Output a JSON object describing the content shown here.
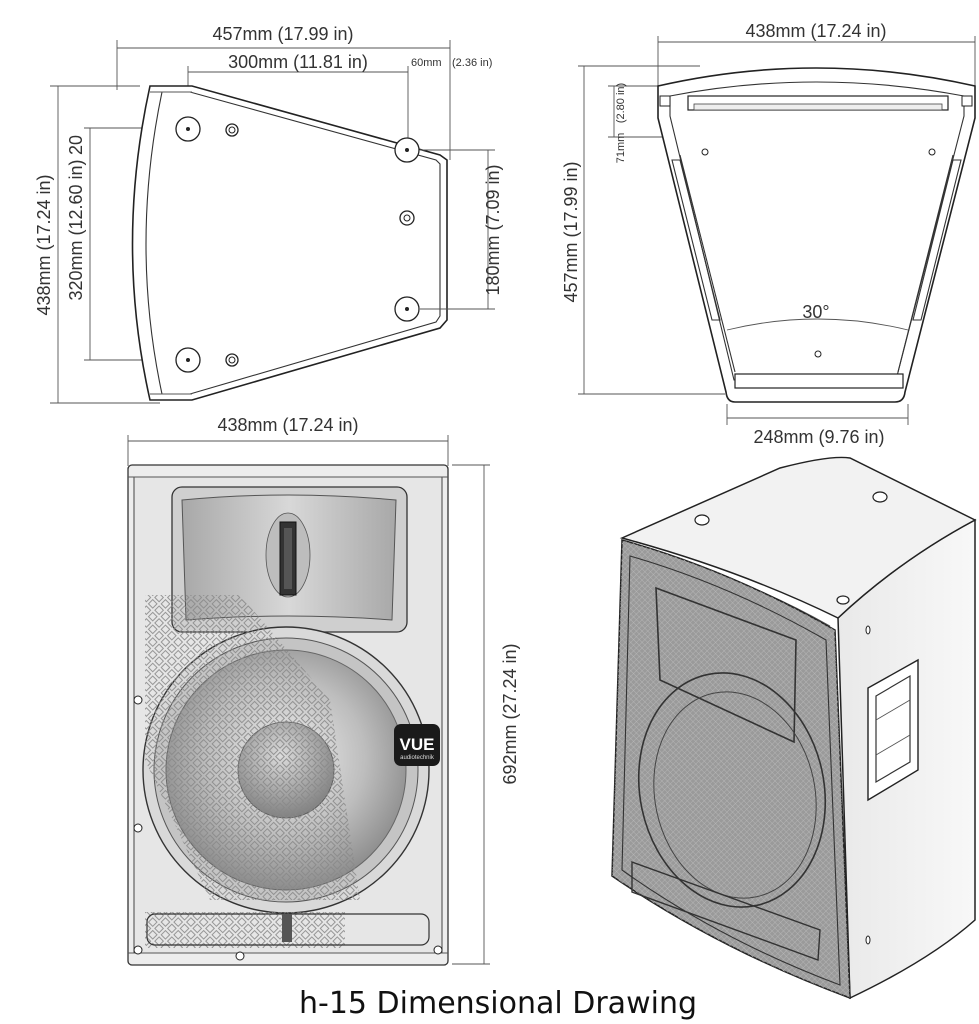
{
  "title": "h-15 Dimensional Drawing",
  "logo": {
    "brand": "VUE",
    "sub": "audiotechnik"
  },
  "top_view": {
    "width_total": "457mm (17.99 in)",
    "width_inner": "300mm (11.81 in)",
    "offset": "60mm",
    "offset_in": "(2.36 in)",
    "height_total": "438mm (17.24 in)",
    "height_holes": "320mm (12.60 in)",
    "height_holes_suffix": "20",
    "height_right_holes": "180mm (7.09 in)"
  },
  "side_view": {
    "width_total": "438mm (17.24 in)",
    "height_total": "457mm (17.99 in)",
    "rail_mm": "71mm",
    "rail_in": "(2.80 in)",
    "angle": "30°",
    "bottom_width": "248mm (9.76 in)"
  },
  "front_view": {
    "width_total": "438mm (17.24 in)",
    "height_total": "692mm (27.24 in)"
  }
}
